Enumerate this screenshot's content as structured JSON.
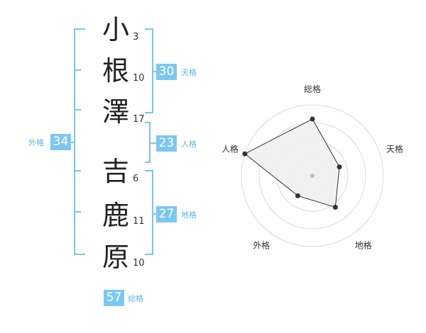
{
  "name": {
    "chars": [
      {
        "char": "小",
        "strokes": "3"
      },
      {
        "char": "根",
        "strokes": "10"
      },
      {
        "char": "澤",
        "strokes": "17"
      },
      {
        "char": "吉",
        "strokes": "6"
      },
      {
        "char": "鹿",
        "strokes": "11"
      },
      {
        "char": "原",
        "strokes": "10"
      }
    ]
  },
  "kakusu": {
    "tenkaku": {
      "value": "30",
      "label": "天格"
    },
    "jinkaku": {
      "value": "23",
      "label": "人格"
    },
    "chikaku": {
      "value": "27",
      "label": "地格"
    },
    "gaikaku": {
      "value": "34",
      "label": "外格"
    },
    "soukaku": {
      "value": "57",
      "label": "総格"
    }
  },
  "radar": {
    "labels": [
      "総格",
      "天格",
      "地格",
      "外格",
      "人格"
    ],
    "values": [
      0.8,
      0.4,
      0.55,
      0.35,
      1.0
    ],
    "colors": {
      "ring": "#d9d9d9",
      "fill": "#f0f0f0",
      "line": "#333333",
      "point": "#333333",
      "center": "#bdbdbd"
    }
  }
}
